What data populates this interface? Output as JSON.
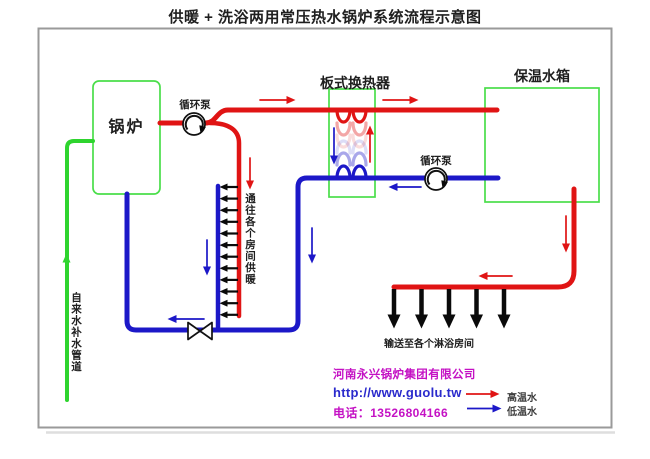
{
  "title": "供暖 + 洗浴两用常压热水锅炉系统流程示意图",
  "equipment": {
    "boiler": "锅炉",
    "heat_exchanger": "板式换热器",
    "storage_tank": "保温水箱",
    "pump_primary": "循环泵",
    "pump_secondary": "循环泵"
  },
  "annotations": {
    "heating_branches": "通往各个房间供暖",
    "makeup_water": "自来水补水管道",
    "shower_delivery": "输送至各个淋浴房间",
    "radiator_branch_count": 12,
    "shower_branch_count": 5
  },
  "legend": {
    "hot": {
      "label": "高温水",
      "color": "#e01414"
    },
    "cold": {
      "label": "低温水",
      "color": "#1c18c8"
    }
  },
  "footer": {
    "company": "河南永兴锅炉集团有限公司",
    "website": "http://www.guolu.tw",
    "phone": "电话：13526804166"
  },
  "colors": {
    "hot_water_pipe": "#e01414",
    "cold_water_pipe": "#1c18c8",
    "makeup_water_pipe": "#2ed42e",
    "equipment_outline": "#4ade4a",
    "branch_arrow": "#0a0a0a",
    "frame_border": "#9a9a9a",
    "company_text": "#c411c4",
    "website_text": "#2a2acc"
  }
}
